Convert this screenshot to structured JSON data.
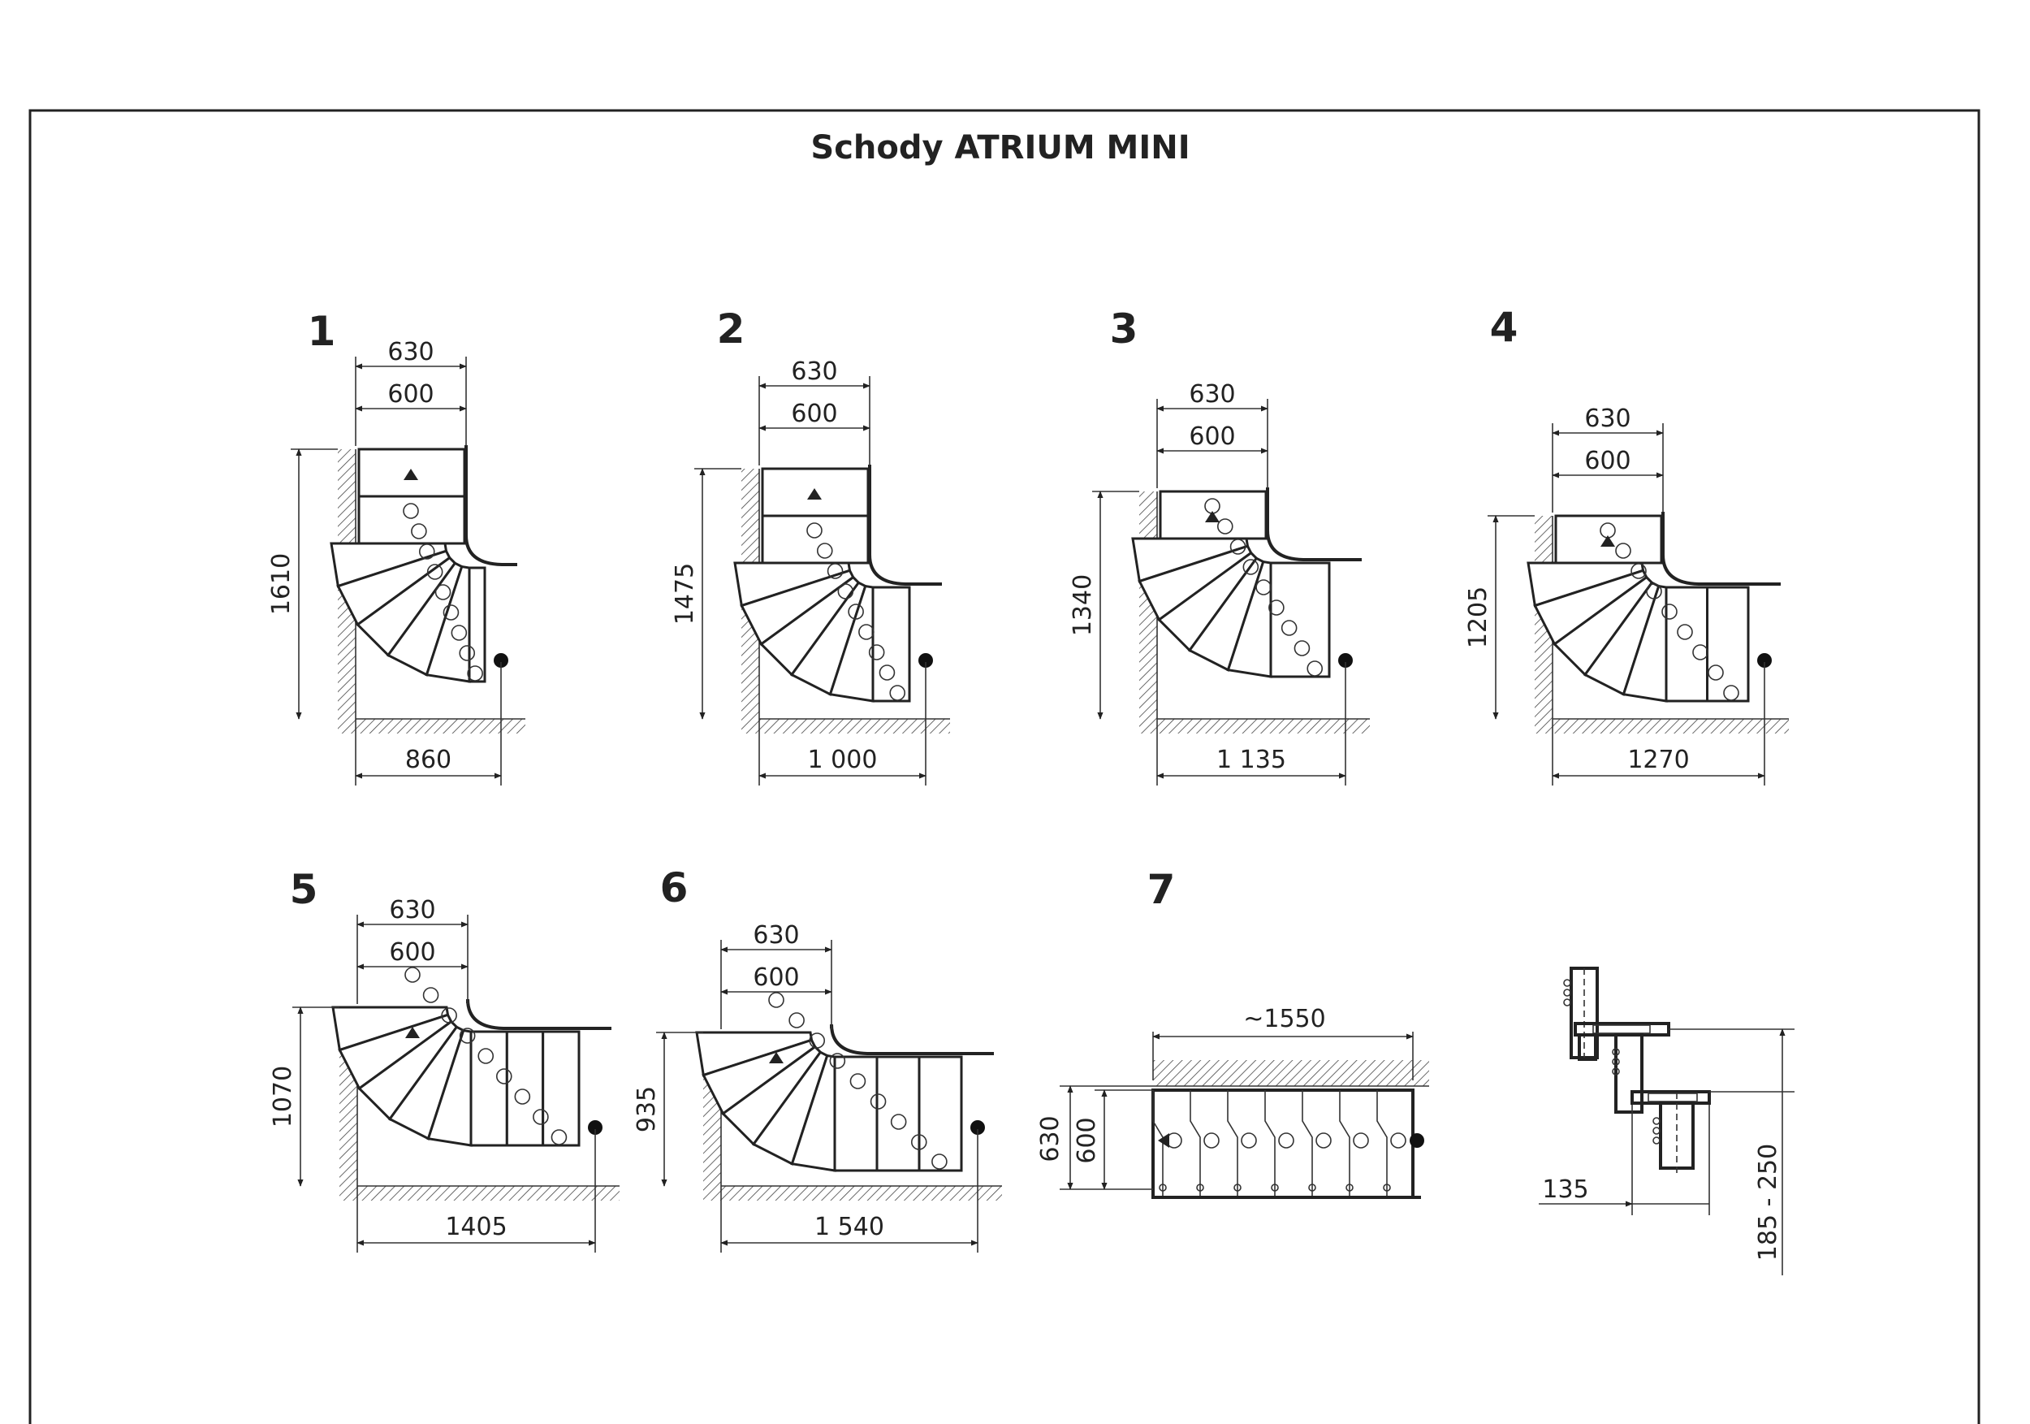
{
  "title": "Schody ATRIUM MINI",
  "variants": [
    {
      "label": "1",
      "width_outer": "630",
      "width_inner": "600",
      "height": "1610",
      "depth": "860"
    },
    {
      "label": "2",
      "width_outer": "630",
      "width_inner": "600",
      "height": "1475",
      "depth": "1 000"
    },
    {
      "label": "3",
      "width_outer": "630",
      "width_inner": "600",
      "height": "1340",
      "depth": "1 135"
    },
    {
      "label": "4",
      "width_outer": "630",
      "width_inner": "600",
      "height": "1205",
      "depth": "1270"
    },
    {
      "label": "5",
      "width_outer": "630",
      "width_inner": "600",
      "height": "1070",
      "depth": "1405"
    },
    {
      "label": "6",
      "width_outer": "630",
      "width_inner": "600",
      "height": "935",
      "depth": "1 540"
    }
  ],
  "straight": {
    "label": "7",
    "length": "~1550",
    "width_outer": "630",
    "width_inner": "600"
  },
  "section": {
    "offset": "135",
    "rise": "185 - 250"
  }
}
